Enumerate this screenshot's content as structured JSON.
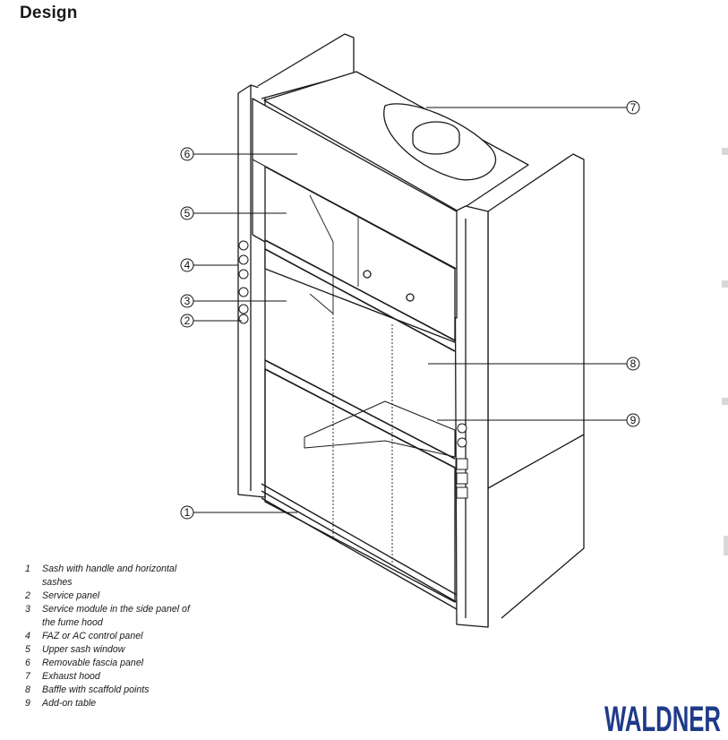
{
  "page": {
    "heading": "Design"
  },
  "callouts": [
    {
      "num": "1",
      "text": "Sash with handle and horizontal sashes"
    },
    {
      "num": "2",
      "text": "Service panel"
    },
    {
      "num": "3",
      "text": "Service module in the side panel of the fume hood"
    },
    {
      "num": "4",
      "text": "FAZ or AC control panel"
    },
    {
      "num": "5",
      "text": "Upper sash window"
    },
    {
      "num": "6",
      "text": "Removable fascia panel"
    },
    {
      "num": "7",
      "text": "Exhaust hood"
    },
    {
      "num": "8",
      "text": "Baffle with scaffold points"
    },
    {
      "num": "9",
      "text": "Add-on table"
    }
  ],
  "brand": {
    "logo_text": "WALDNER",
    "color": "#1f3a8a"
  }
}
